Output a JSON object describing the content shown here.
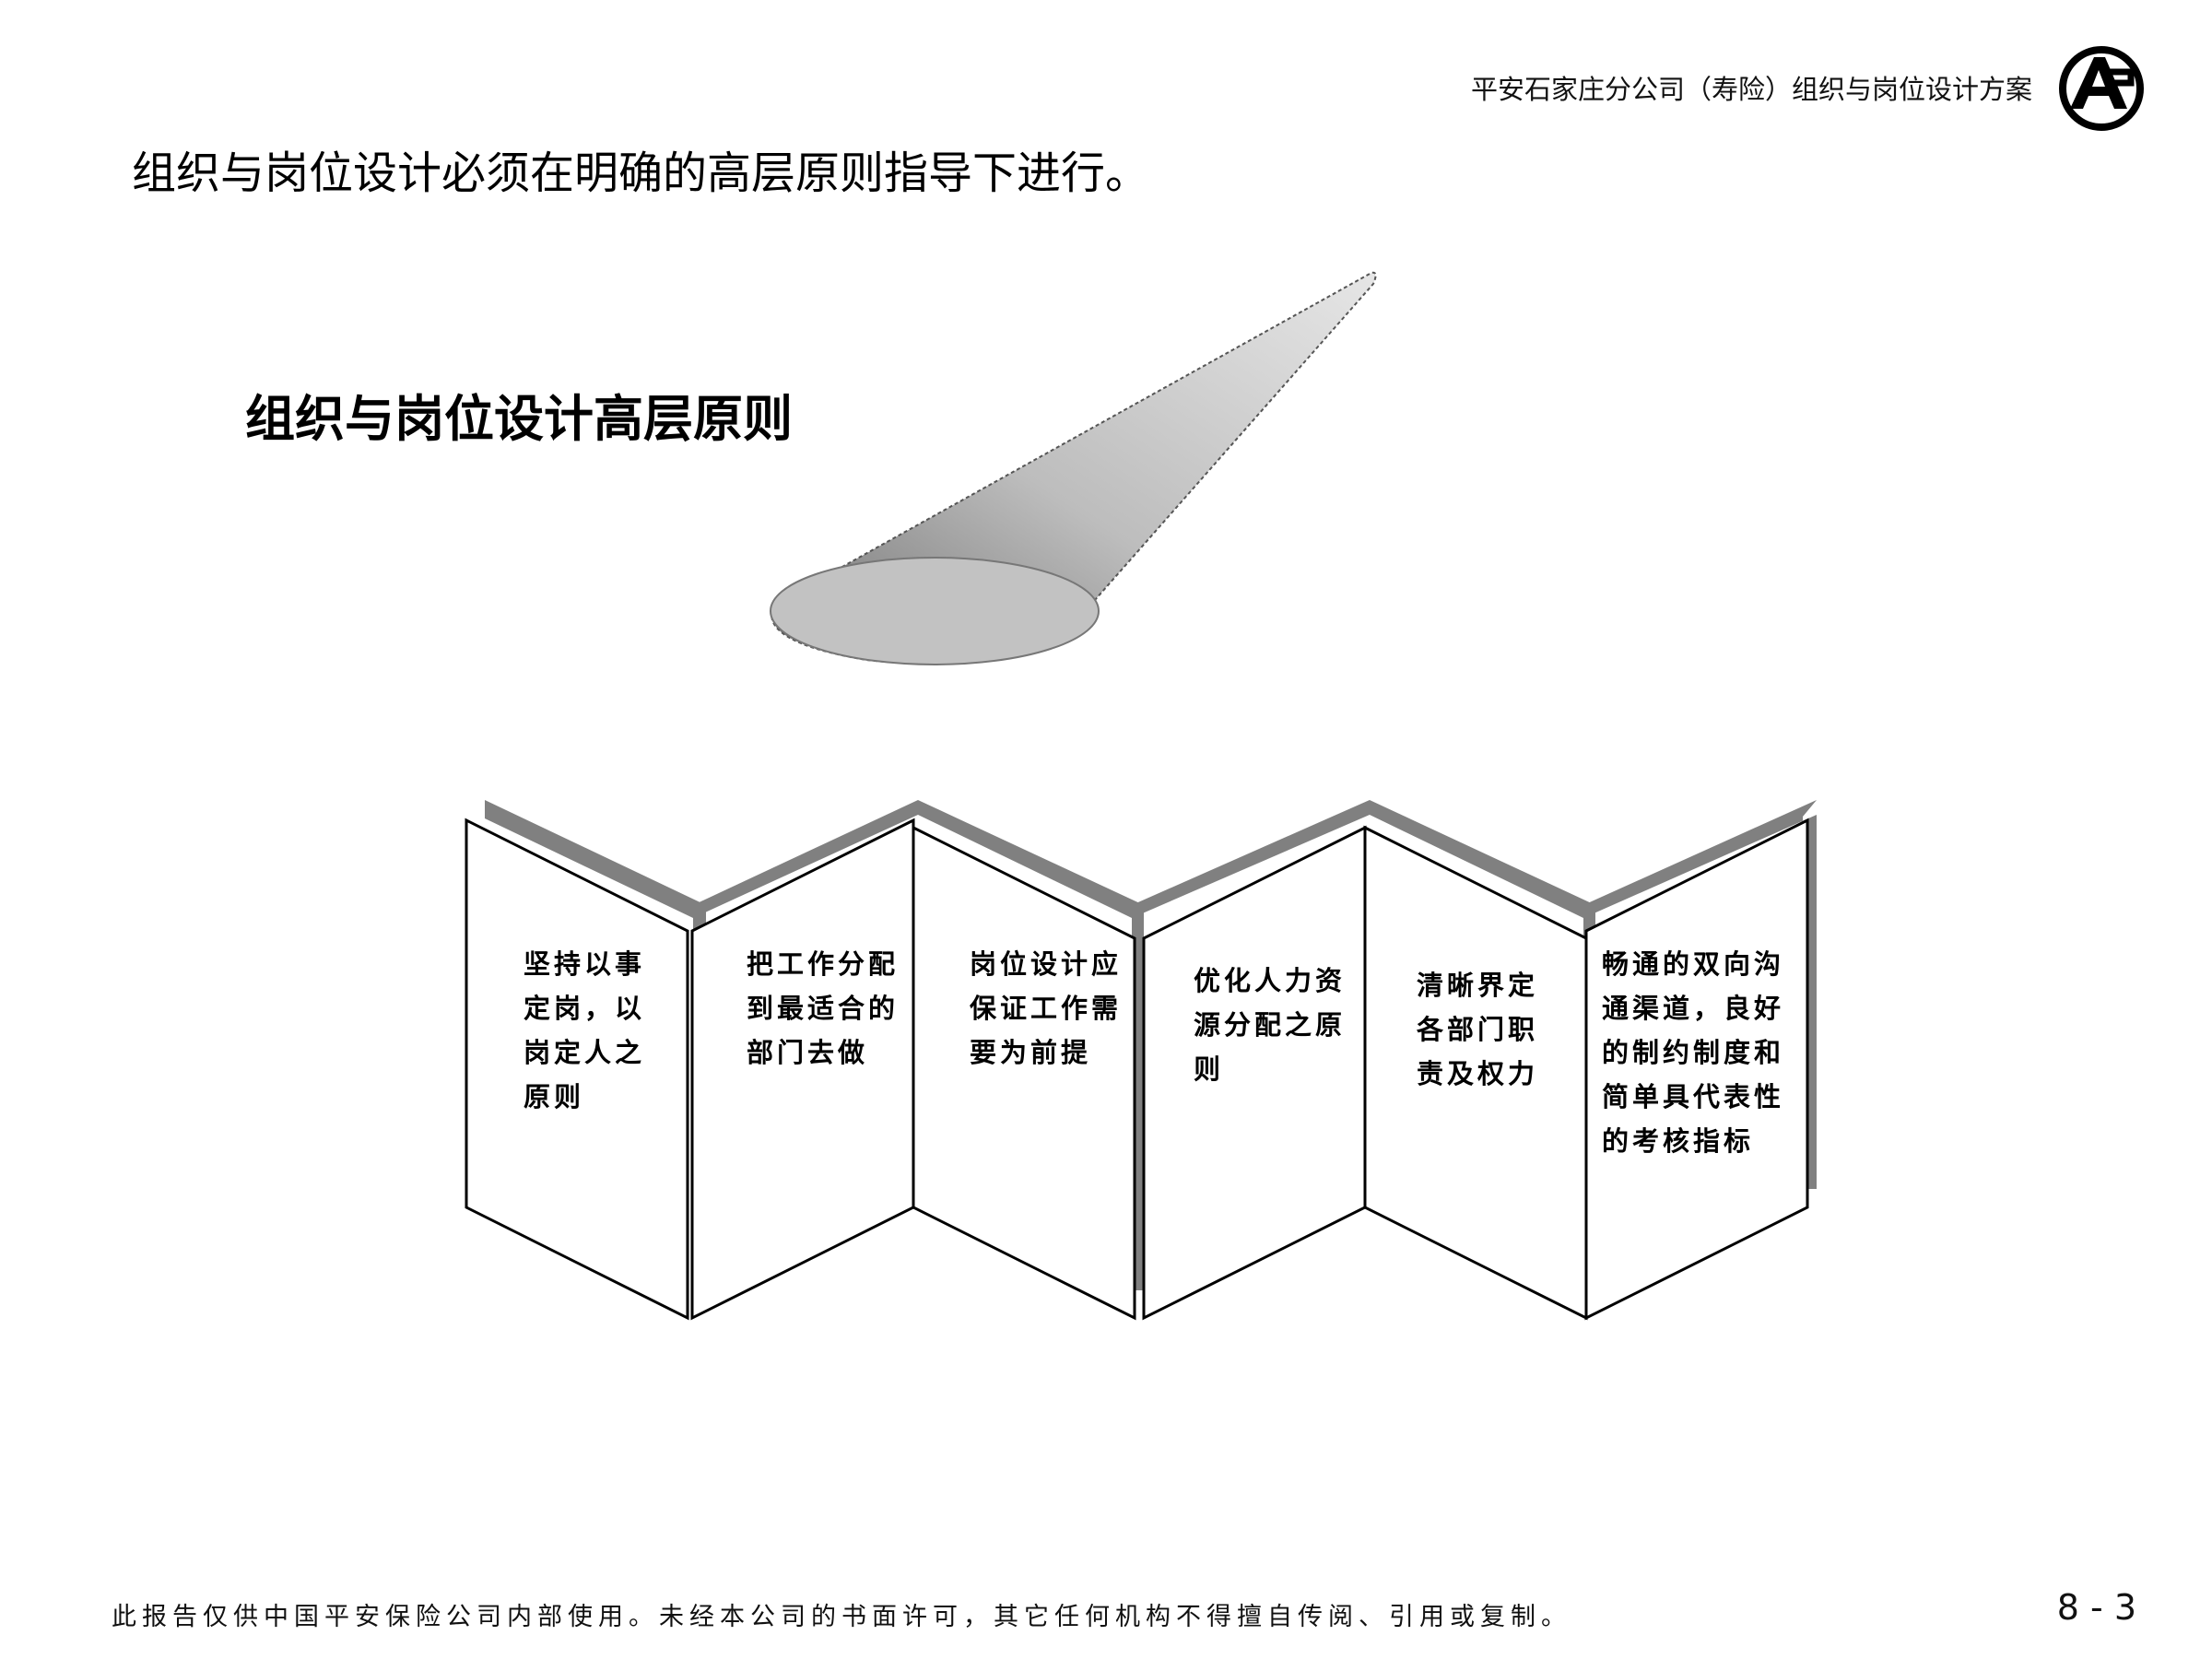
{
  "header": {
    "title": "平安石家庄分公司（寿险）组织与岗位设计方案",
    "logo_icon": "ping-an-logo-icon"
  },
  "subtitle": "组织与岗位设计必须在明确的高层原则指导下进行。",
  "section_title": "组织与岗位设计高层原则",
  "principles": [
    "坚持以事定岗，以岗定人之原则",
    "把工作分配到最适合的部门去做",
    "岗位设计应保证工作需要为前提",
    "优化人力资源分配之原则",
    "清晰界定各部门职责及权力",
    "畅通的双向沟通渠道，良好的制约制度和简单具代表性的考核指标"
  ],
  "footer": {
    "disclaimer": "此报告仅供中国平安保险公司内部使用。未经本公司的书面许可，其它任何机构不得擅自传阅、引用或复制。",
    "page_number": "8 - 3"
  },
  "colors": {
    "background": "#ffffff",
    "panel_shadow": "#808080",
    "beam_gray": "#a8a8a8"
  }
}
